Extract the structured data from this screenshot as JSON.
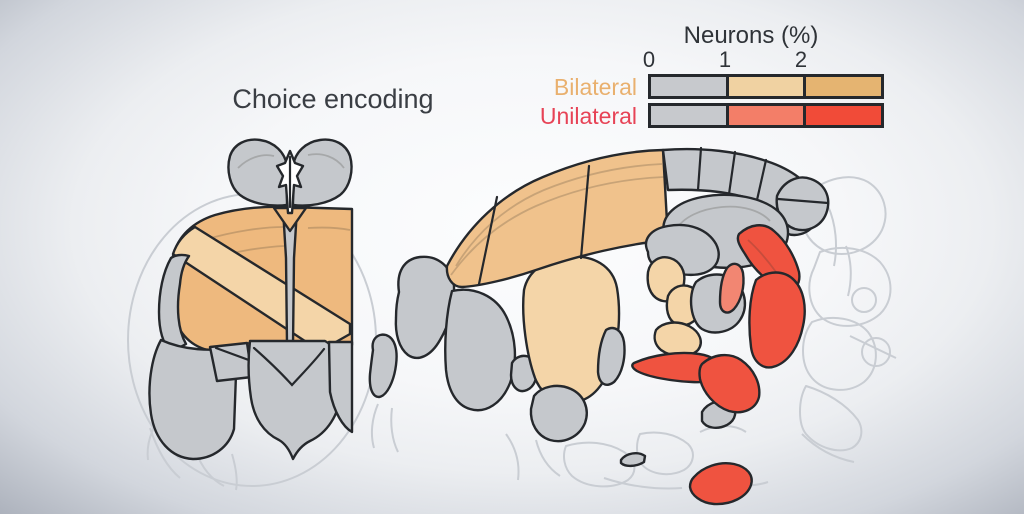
{
  "panel": {
    "title": "Choice encoding"
  },
  "legend": {
    "title": "Neurons (%)",
    "ticks": [
      "0",
      "1",
      "2"
    ],
    "rows": [
      {
        "label": "Bilateral",
        "label_color": "#e9b06e",
        "segments": [
          "#c7c9cd",
          "#f0d2a2",
          "#e5b471"
        ]
      },
      {
        "label": "Unilateral",
        "label_color": "#e74356",
        "segments": [
          "#c7c9cd",
          "#f37e68",
          "#f14b38"
        ]
      }
    ]
  },
  "colors": {
    "background_center": "#fcfdfe",
    "background_edge": "#9ba1ad",
    "region_gray": "#c5c8cc",
    "region_tan": "#f0c28c",
    "region_tan_light": "#f4d5a8",
    "region_tan_deep": "#eeb97e",
    "region_red": "#ef5340",
    "region_salmon": "#f28672",
    "white_fill": "#ffffff",
    "outline_dark": "#25282c",
    "outline_faint": "#c9cdd3",
    "inner_line": "rgba(60,55,45,0.22)",
    "title_color": "#3a3e44",
    "legend_text_color": "#2f3338"
  }
}
